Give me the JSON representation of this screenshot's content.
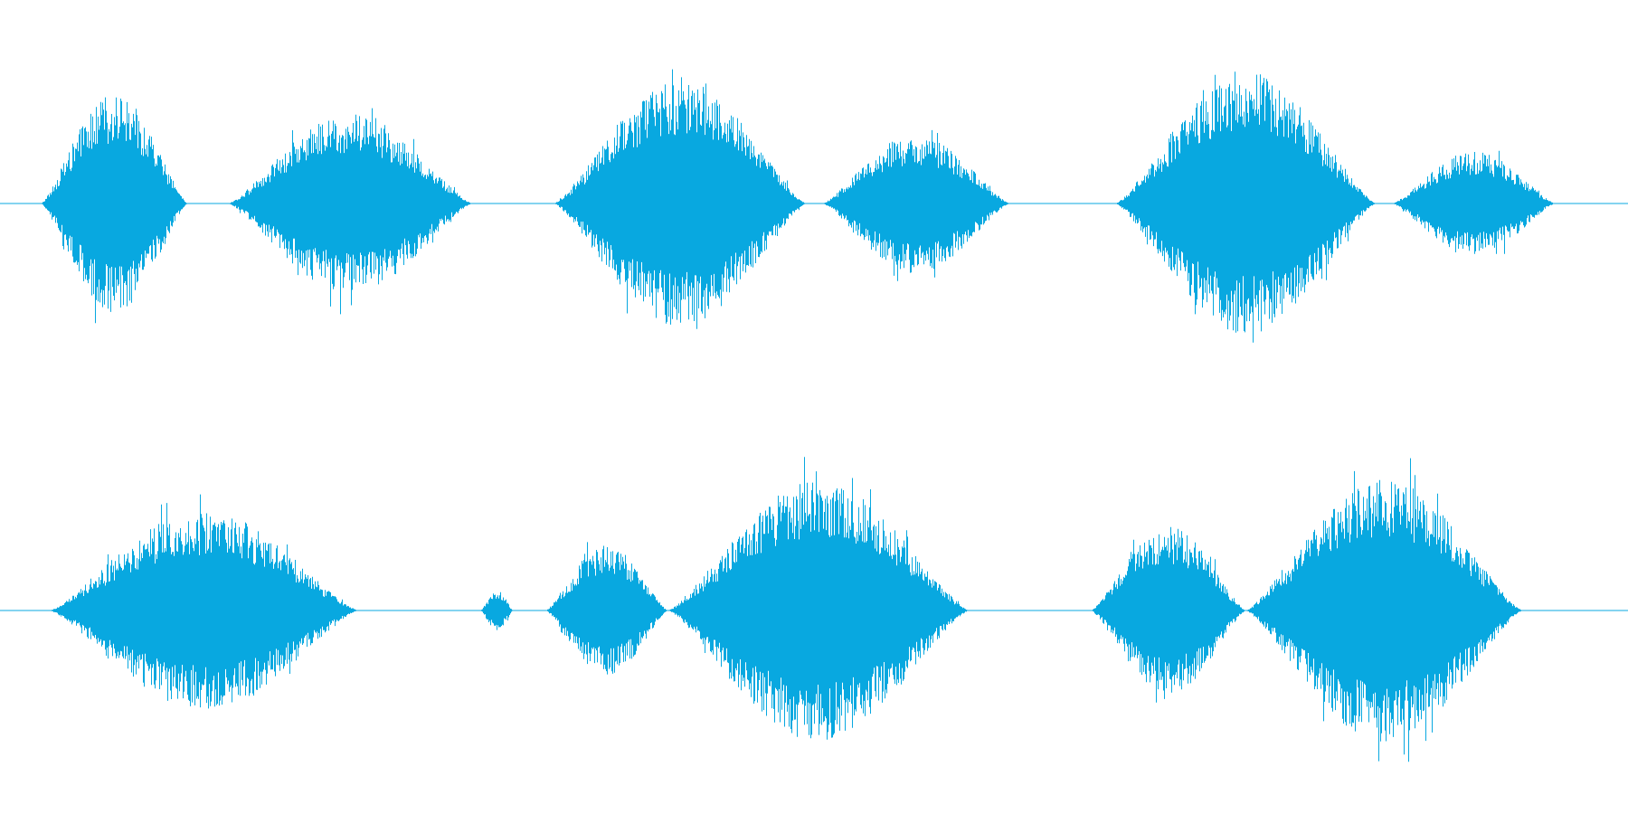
{
  "waveform": {
    "color": "#08a8e0",
    "background": "#ffffff",
    "channel_count": 2,
    "channels": [
      {
        "name": "channel-1",
        "amplitude_scale": 1.0,
        "bursts": [
          {
            "start": 0.025,
            "end": 0.115,
            "peak": 0.55,
            "noise_floor": 0.01
          },
          {
            "start": 0.14,
            "end": 0.29,
            "peak": 0.45
          },
          {
            "start": 0.34,
            "end": 0.495,
            "peak": 0.62
          },
          {
            "start": 0.505,
            "end": 0.62,
            "peak": 0.35
          },
          {
            "start": 0.685,
            "end": 0.845,
            "peak": 0.66
          },
          {
            "start": 0.855,
            "end": 0.955,
            "peak": 0.26
          }
        ]
      },
      {
        "name": "channel-2",
        "amplitude_scale": 1.0,
        "bursts": [
          {
            "start": 0.03,
            "end": 0.22,
            "peak": 0.5
          },
          {
            "start": 0.295,
            "end": 0.315,
            "peak": 0.1
          },
          {
            "start": 0.335,
            "end": 0.41,
            "peak": 0.33
          },
          {
            "start": 0.41,
            "end": 0.595,
            "peak": 0.65
          },
          {
            "start": 0.67,
            "end": 0.765,
            "peak": 0.42
          },
          {
            "start": 0.765,
            "end": 0.935,
            "peak": 0.66
          }
        ]
      }
    ]
  }
}
